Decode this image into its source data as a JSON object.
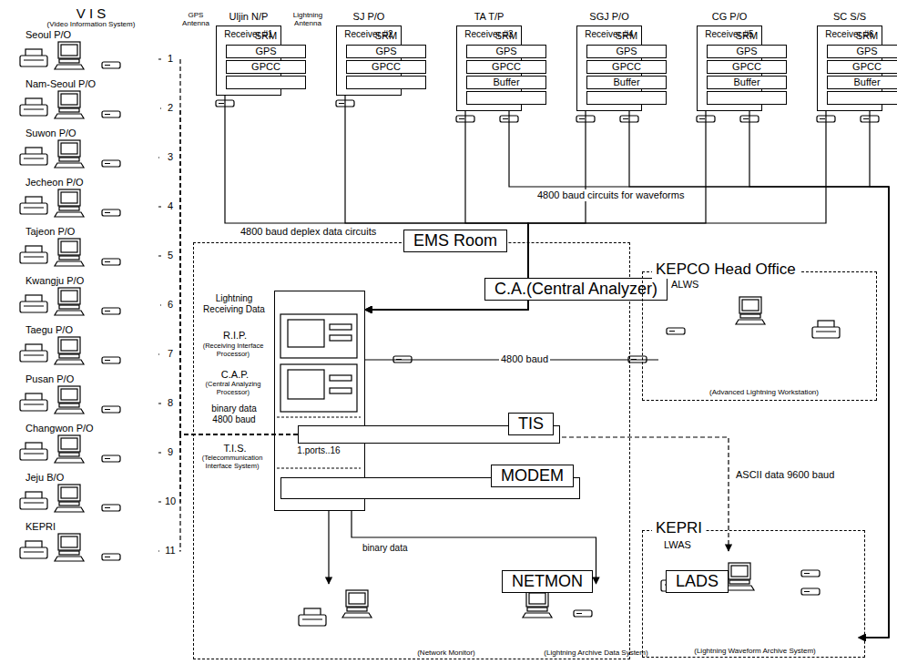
{
  "diagram": {
    "nodes": [
      {
        "text": [
          "Seoul P/O"
        ]
      },
      {
        "text": [
          "Nam-Seoul P/O"
        ]
      },
      {
        "text": [
          "Suwon P/O"
        ]
      },
      {
        "text": [
          "Jecheon P/O"
        ]
      },
      {
        "text": [
          "Tajeon P/O"
        ]
      },
      {
        "text": [
          "Kwangju P/O"
        ]
      },
      {
        "text": [
          "Taegu P/O"
        ]
      },
      {
        "text": [
          "Pusan P/O"
        ]
      },
      {
        "text": [
          "Changwon P/O"
        ]
      },
      {
        "text": [
          "Jeju B/O"
        ]
      },
      {
        "text": [
          "KEPRI"
        ]
      },
      {
        "text": [
          "Uljin N/P",
          "Receiver #1"
        ]
      },
      {
        "text": [
          "SRM"
        ],
        "in": 11
      },
      {
        "text": [
          "GPS"
        ],
        "in": 11
      },
      {
        "text": [
          "GPCC"
        ],
        "in": 11
      },
      {
        "text": [
          "SJ P/O",
          "Receiver #2"
        ]
      },
      {
        "text": [
          "SRM"
        ],
        "in": 15
      },
      {
        "text": [
          "GPS"
        ],
        "in": 15
      },
      {
        "text": [
          "GPCC"
        ],
        "in": 15
      },
      {
        "text": [
          "TA T/P",
          "Receiver #3"
        ]
      },
      {
        "text": [
          "SRM"
        ],
        "in": 19
      },
      {
        "text": [
          "GPS"
        ],
        "in": 19
      },
      {
        "text": [
          "GPCC"
        ],
        "in": 19
      },
      {
        "text": [
          "Buffer"
        ],
        "in": 19
      },
      {
        "text": [
          "SGJ P/O",
          "Receiver #4"
        ]
      },
      {
        "text": [
          "SRM"
        ],
        "in": 24
      },
      {
        "text": [
          "GPS"
        ],
        "in": 24
      },
      {
        "text": [
          "GPCC"
        ],
        "in": 24
      },
      {
        "text": [
          "Buffer"
        ],
        "in": 24
      },
      {
        "text": [
          "CG P/O",
          "Receiver #5"
        ]
      },
      {
        "text": [
          "SRM"
        ],
        "in": 29
      },
      {
        "text": [
          "GPS"
        ],
        "in": 29
      },
      {
        "text": [
          "GPCC"
        ],
        "in": 29
      },
      {
        "text": [
          "Buffer"
        ],
        "in": 29
      },
      {
        "text": [
          "SC S/S",
          "Receiver #6"
        ]
      },
      {
        "text": [
          "SRM"
        ],
        "in": 34
      },
      {
        "text": [
          "GPS"
        ],
        "in": 34
      },
      {
        "text": [
          "GPCC"
        ],
        "in": 34
      },
      {
        "text": [
          "Buffer"
        ],
        "in": 34
      },
      {
        "text": [
          "EMS Room"
        ]
      },
      {
        "text": [
          "C.A.(Central Analyzer)"
        ],
        "in": 39
      },
      {
        "text": [
          "TIS"
        ],
        "in": 40
      },
      {
        "text": [
          "MODEM"
        ],
        "in": 40
      },
      {
        "text": [
          "NETMON",
          "(Network Monitor)"
        ],
        "in": 39
      },
      {
        "text": [
          "LADS",
          "(Lightning Archive Data System)"
        ],
        "in": 39
      },
      {
        "text": [
          "KEPCO Head Office"
        ]
      },
      {
        "text": [
          "ALWS",
          "(Advanced Lightning Workstation)"
        ],
        "in": 45
      },
      {
        "text": [
          "KEPRI"
        ]
      },
      {
        "text": [
          "LWAS",
          "(Lightning Waveform Archive System)"
        ],
        "in": 47
      }
    ],
    "edges": [
      {
        "from": 11,
        "to": 40,
        "arrow": "to"
      },
      {
        "from": 15,
        "to": 40,
        "arrow": "to"
      },
      {
        "from": 19,
        "to": 40,
        "arrow": "to"
      },
      {
        "from": 24,
        "to": 40,
        "arrow": "to"
      },
      {
        "from": 29,
        "to": 40,
        "arrow": "to"
      },
      {
        "from": 34,
        "to": 40,
        "arrow": "to"
      },
      {
        "from": 19,
        "to": 48,
        "arrow": "to"
      },
      {
        "from": 24,
        "to": 48,
        "arrow": "to"
      },
      {
        "from": 29,
        "to": 48,
        "arrow": "to"
      },
      {
        "from": 34,
        "to": 48,
        "arrow": "to"
      },
      {
        "from": 40,
        "to": 46,
        "label": "4800 baud",
        "arrow": "none"
      },
      {
        "from": 40,
        "to": 48,
        "label": "ASCII data 9600 baud",
        "arrow": "to"
      },
      {
        "from": 40,
        "to": 43,
        "arrow": "to"
      },
      {
        "from": 40,
        "to": 44,
        "arrow": "to"
      },
      {
        "from": 41,
        "to": 0,
        "arrow": "none"
      },
      {
        "from": 41,
        "to": 1,
        "arrow": "none"
      },
      {
        "from": 41,
        "to": 2,
        "arrow": "none"
      },
      {
        "from": 41,
        "to": 3,
        "arrow": "none"
      },
      {
        "from": 41,
        "to": 4,
        "arrow": "none"
      },
      {
        "from": 41,
        "to": 5,
        "arrow": "none"
      },
      {
        "from": 41,
        "to": 6,
        "arrow": "none"
      },
      {
        "from": 41,
        "to": 7,
        "arrow": "none"
      },
      {
        "from": 41,
        "to": 8,
        "arrow": "none"
      },
      {
        "from": 41,
        "to": 9,
        "arrow": "none"
      },
      {
        "from": 41,
        "to": 10,
        "arrow": "none"
      }
    ],
    "labels": [
      "V I S",
      "(Video Information System)",
      "1",
      "2",
      "3",
      "4",
      "5",
      "6",
      "7",
      "8",
      "9",
      "10",
      "11",
      "GPS Antenna",
      "Lightning Antenna",
      "4800 baud deplex data circuits",
      "4800 baud circuits for waveforms",
      "Lightning Receiving Data",
      "R.I.P.",
      "(Receiving Interface Processor)",
      "C.A.P.",
      "(Central Analyzing Processor)",
      "binary data 4800 baud",
      "1.ports..16",
      "T.I.S.",
      "(Telecommunication Interface System)",
      "binary data"
    ]
  }
}
